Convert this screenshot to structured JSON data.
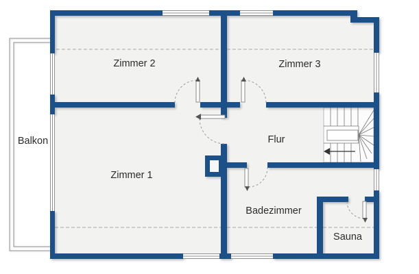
{
  "title": "Apartment floor plan (upper storey)",
  "colors": {
    "wall": "#1b5089",
    "floor": "#f2f2f1",
    "background": "#ffffff",
    "thin_lines": "#909090",
    "text": "#2b2b2b"
  },
  "rooms": {
    "balkon": {
      "label": "Balkon"
    },
    "zimmer2": {
      "label": "Zimmer 2"
    },
    "zimmer3": {
      "label": "Zimmer 3"
    },
    "zimmer1": {
      "label": "Zimmer 1"
    },
    "flur": {
      "label": "Flur"
    },
    "badezimmer": {
      "label": "Badezimmer"
    },
    "sauna": {
      "label": "Sauna"
    }
  },
  "features": {
    "staircase": "U-shaped staircase with winders, top right, direction arrow pointing left",
    "doors": [
      "door-zimmer2 (swings up-left into Zimmer 2)",
      "door-zimmer3 (swings up-right into Zimmer 3)",
      "door-zimmer1 (swings down from Flur into Zimmer 1)",
      "door-badezimmer (swings down into Badezimmer)",
      "door-sauna (swings down-left into Sauna)"
    ],
    "windows": 8,
    "chimney_shaft": "small square shaft on hallway wall",
    "dashed_lines": "roof-slope height lines across top rooms and bottom rooms"
  }
}
